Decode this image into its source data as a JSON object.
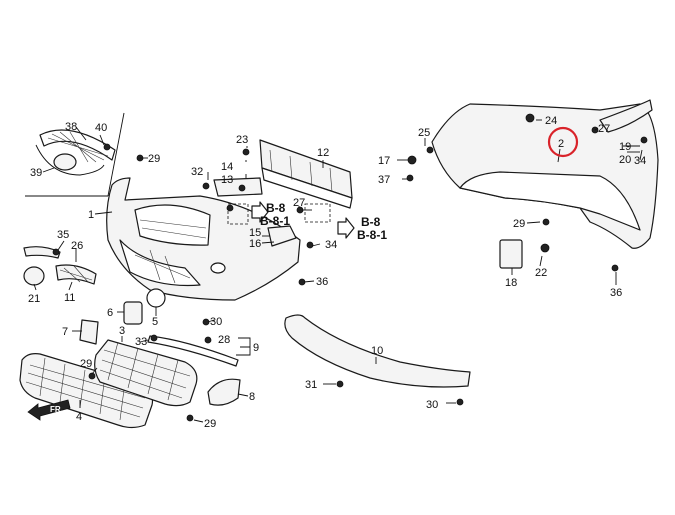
{
  "callouts": [
    "1",
    "2",
    "3",
    "4",
    "5",
    "6",
    "7",
    "8",
    "9",
    "10",
    "11",
    "12",
    "13",
    "14",
    "15",
    "16",
    "17",
    "18",
    "19",
    "20",
    "21",
    "22",
    "23",
    "24",
    "25",
    "26",
    "27",
    "28",
    "29",
    "30",
    "31",
    "32",
    "33",
    "34",
    "35",
    "36",
    "37",
    "38",
    "39",
    "40"
  ],
  "refs": {
    "ref_b8": "B-8",
    "ref_b81": "B-8-1"
  },
  "fr_label": "FR.",
  "highlight": {
    "part": "2",
    "color": "#d9232a"
  }
}
